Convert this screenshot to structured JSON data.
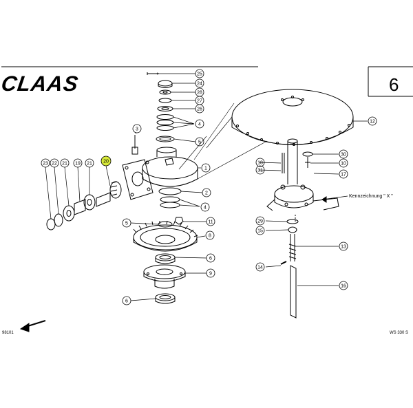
{
  "header": {
    "brand": "CLAAS",
    "page_number": "6"
  },
  "footer": {
    "left_code": "98101",
    "right_code": "WS 330 S"
  },
  "annotation": {
    "detail_label": "Kennzeichnung \" X \""
  },
  "callouts": {
    "c25": "25",
    "c24": "24",
    "c28": "28",
    "c27": "27",
    "c26": "26",
    "c4a": "4",
    "c5a": "5",
    "c1": "1",
    "c3": "3",
    "c23": "23",
    "c22": "22",
    "c21a": "21",
    "c19": "19",
    "c21b": "21",
    "c20": "20",
    "c2": "2",
    "c4b": "4",
    "c5b": "5",
    "c11": "11",
    "c8": "8",
    "c6a": "6",
    "c9": "9",
    "c6b": "6",
    "c12": "12",
    "c18": "18",
    "c31": "31",
    "c30": "30",
    "c10": "10",
    "c17": "17",
    "c29": "29",
    "c15": "15",
    "c13": "13",
    "c14": "14",
    "c16": "16"
  },
  "colors": {
    "line": "#000000",
    "highlight": "#d8ea3a"
  }
}
